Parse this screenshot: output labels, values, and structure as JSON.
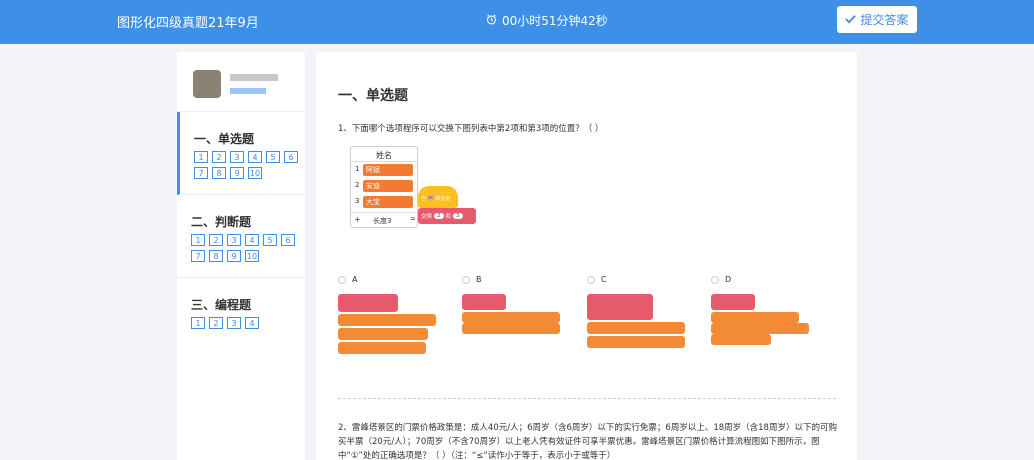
{
  "header": {
    "title": "图形化四级真题21年9月",
    "timer": "00小时51分钟42秒",
    "submit_label": "提交答案"
  },
  "sidebar": {
    "sections": [
      {
        "title": "一、单选题",
        "items": [
          "1",
          "2",
          "3",
          "4",
          "5",
          "6",
          "7",
          "8",
          "9",
          "10"
        ]
      },
      {
        "title": "二、判断题",
        "items": [
          "1",
          "2",
          "3",
          "4",
          "5",
          "6",
          "7",
          "8",
          "9",
          "10"
        ]
      },
      {
        "title": "三、编程题",
        "items": [
          "1",
          "2",
          "3",
          "4"
        ]
      }
    ]
  },
  "main": {
    "section_title": "一、单选题",
    "q1": {
      "text": "1、下面哪个选项程序可以交换下图列表中第2项和第3项的位置？（ ）",
      "list": {
        "header": "姓名",
        "rows": [
          {
            "i": "1",
            "v": "阿斌"
          },
          {
            "i": "2",
            "v": "安迪"
          },
          {
            "i": "3",
            "v": "大宝"
          }
        ],
        "footer_plus": "+",
        "footer": "长度3",
        "footer_eq": "="
      },
      "block": {
        "event": "当 🏁 被点击",
        "swap": "交换",
        "a": "2",
        "and": "和",
        "b": "3"
      },
      "options": [
        "A",
        "B",
        "C",
        "D"
      ]
    },
    "q2": {
      "text": "2、雷峰塔景区的门票价格政策是：成人40元/人；6周岁（含6周岁）以下的实行免票；6周岁以上、18周岁（含18周岁）以下的可购买半票（20元/人）；70周岁（不含70周岁）以上老人凭有效证件可享半票优惠。雷峰塔景区门票价格计算流程图如下图所示，图中“①”处的正确选项是？（ ）（注：“≤”读作小于等于，表示小于或等于）"
    }
  }
}
